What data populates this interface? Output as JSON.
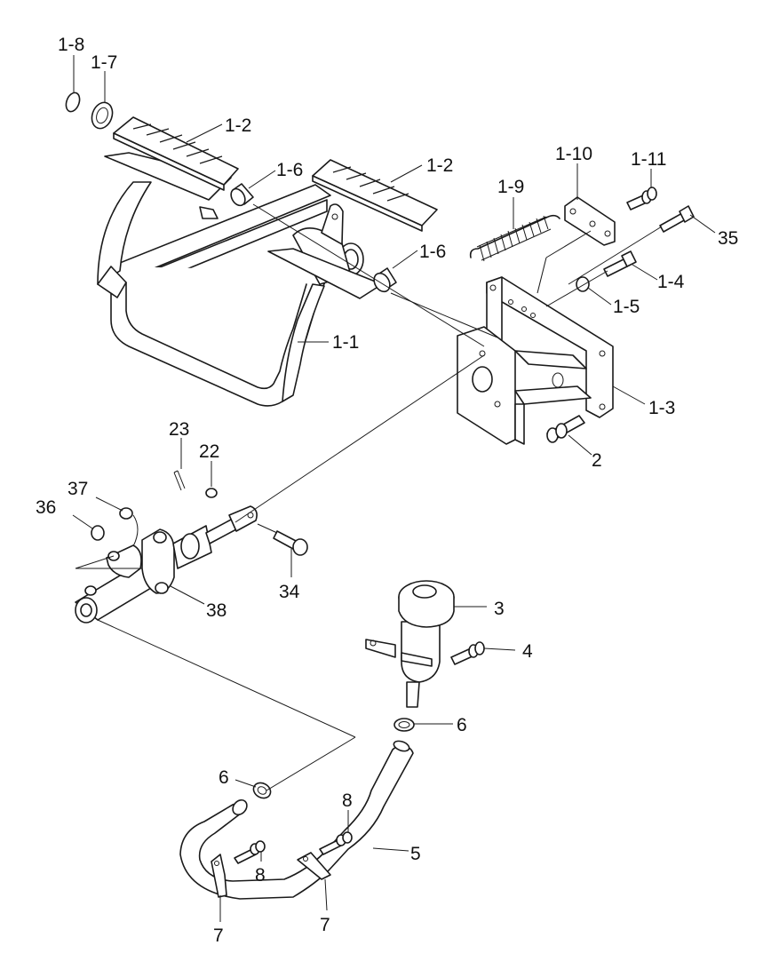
{
  "labels": {
    "l_1_8": "1-8",
    "l_1_7": "1-7",
    "l_1_2a": "1-2",
    "l_1_2b": "1-2",
    "l_1_6a": "1-6",
    "l_1_6b": "1-6",
    "l_1_1": "1-1",
    "l_1_9": "1-9",
    "l_1_10": "1-10",
    "l_1_11": "1-11",
    "l_35": "35",
    "l_1_4": "1-4",
    "l_1_5": "1-5",
    "l_1_3": "1-3",
    "l_2": "2",
    "l_23": "23",
    "l_22": "22",
    "l_37": "37",
    "l_36": "36",
    "l_34": "34",
    "l_38": "38",
    "l_3": "3",
    "l_4": "4",
    "l_6a": "6",
    "l_6b": "6",
    "l_8a": "8",
    "l_8b": "8",
    "l_5": "5",
    "l_7a": "7",
    "l_7b": "7"
  }
}
